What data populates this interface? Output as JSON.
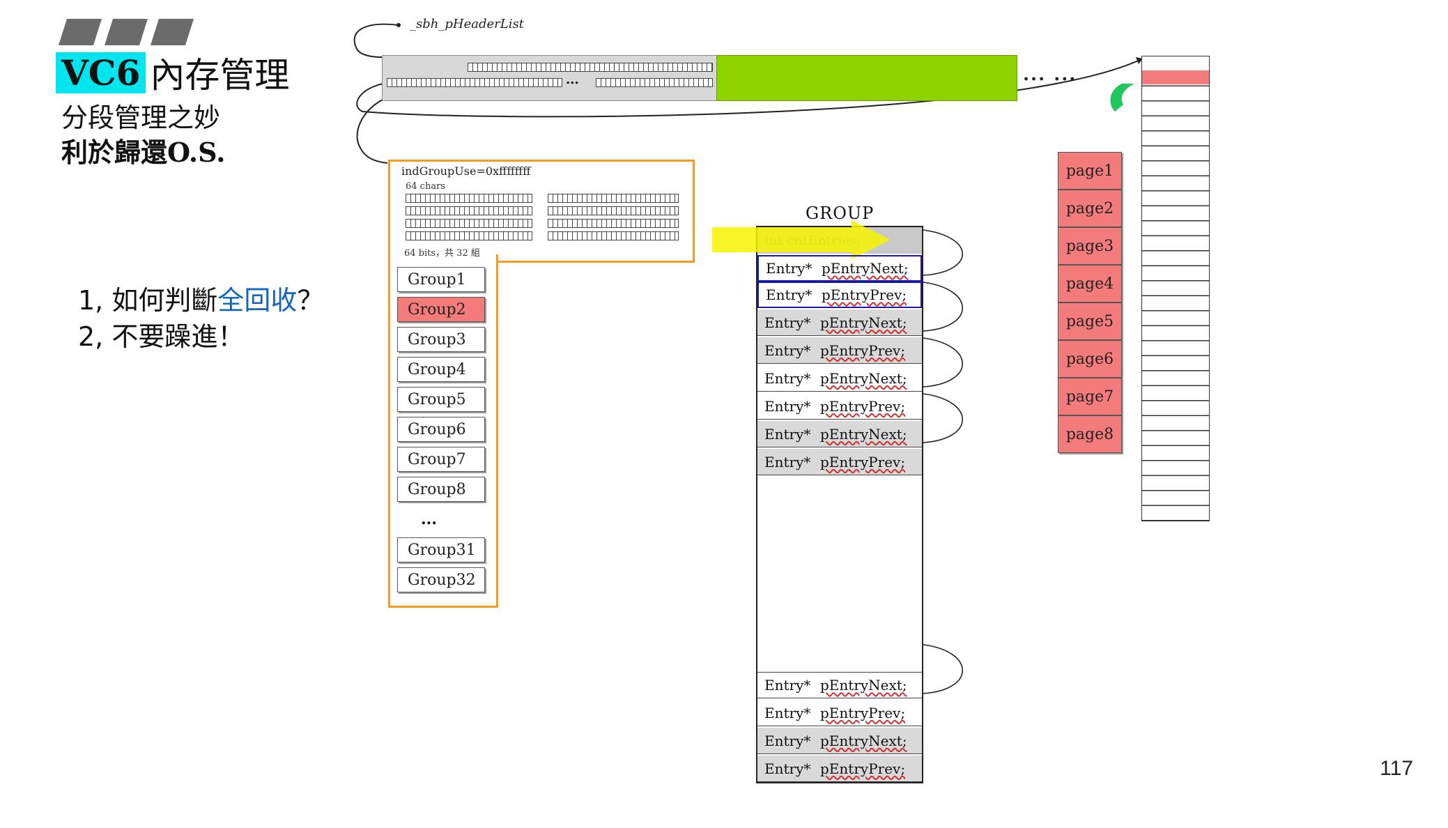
{
  "title": {
    "highlight": "VC6",
    "rest": "內存管理"
  },
  "subtitle": {
    "line1": "分段管理之妙",
    "line2": "利於歸還O.S."
  },
  "notes": [
    {
      "prefix": "1, 如何判斷",
      "highlight": "全回收",
      "suffix": "？"
    },
    {
      "prefix": "2, 不要躁進！",
      "highlight": "",
      "suffix": ""
    }
  ],
  "header_list_label": "_sbh_pHeaderList",
  "header_dots": "... ...",
  "header_inner_dots": "...",
  "region": {
    "title": "indGroupUse=0xffffffff",
    "sub": "64 chars",
    "foot": "64 bits，共 32 組"
  },
  "groups": [
    "Group1",
    "Group2",
    "Group3",
    "Group4",
    "Group5",
    "Group6",
    "Group7",
    "Group8"
  ],
  "groups_ellipsis": "...",
  "groups_tail": [
    "Group31",
    "Group32"
  ],
  "group_detail": {
    "title": "GROUP",
    "top_field": "int cntEntries;",
    "entries_top": [
      {
        "type": "Entry*",
        "field": "pEntryNext;"
      },
      {
        "type": "Entry*",
        "field": "pEntryPrev;"
      },
      {
        "type": "Entry*",
        "field": "pEntryNext;"
      },
      {
        "type": "Entry*",
        "field": "pEntryPrev;"
      },
      {
        "type": "Entry*",
        "field": "pEntryNext;"
      },
      {
        "type": "Entry*",
        "field": "pEntryPrev;"
      },
      {
        "type": "Entry*",
        "field": "pEntryNext;"
      },
      {
        "type": "Entry*",
        "field": "pEntryPrev;"
      }
    ],
    "entries_bottom": [
      {
        "type": "Entry*",
        "field": "pEntryNext;"
      },
      {
        "type": "Entry*",
        "field": "pEntryPrev;"
      },
      {
        "type": "Entry*",
        "field": "pEntryNext;"
      },
      {
        "type": "Entry*",
        "field": "pEntryPrev;"
      }
    ]
  },
  "pages": [
    "page1",
    "page2",
    "page3",
    "page4",
    "page5",
    "page6",
    "page7",
    "page8"
  ],
  "page_number": "117",
  "colors": {
    "accent": "#00e5ee",
    "highlight_blue": "#1565c0",
    "orange": "#f59a23",
    "green": "#8ed000",
    "pink": "#f47b7b"
  }
}
